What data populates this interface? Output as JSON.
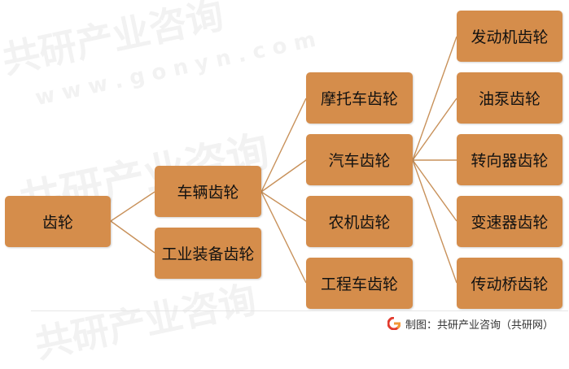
{
  "colors": {
    "node_fill": "#d58d4b",
    "connector": "#c8915a",
    "text": "#111111",
    "watermark": "#f2f2f2",
    "footer_logo_red": "#e23b2e",
    "footer_logo_orange": "#f29a38"
  },
  "watermarks": [
    {
      "id": "wm-top",
      "text": "共研产业咨询"
    },
    {
      "id": "wm-url",
      "text": "w w w . g o n y n . c o m"
    },
    {
      "id": "wm-mid",
      "text": "共研产业咨询"
    },
    {
      "id": "wm-bottom",
      "text": "共研产业咨询"
    }
  ],
  "diagram": {
    "root": "齿轮",
    "level1": [
      "车辆齿轮",
      "工业装备齿轮"
    ],
    "level2": [
      "摩托车齿轮",
      "汽车齿轮",
      "农机齿轮",
      "工程车齿轮"
    ],
    "level3": [
      "发动机齿轮",
      "油泵齿轮",
      "转向器齿轮",
      "变速器齿轮",
      "传动桥齿轮"
    ]
  },
  "footer": {
    "logo_icon": "gonyn-logo-icon",
    "source_text": "制图：共研产业咨询（共研网）"
  }
}
